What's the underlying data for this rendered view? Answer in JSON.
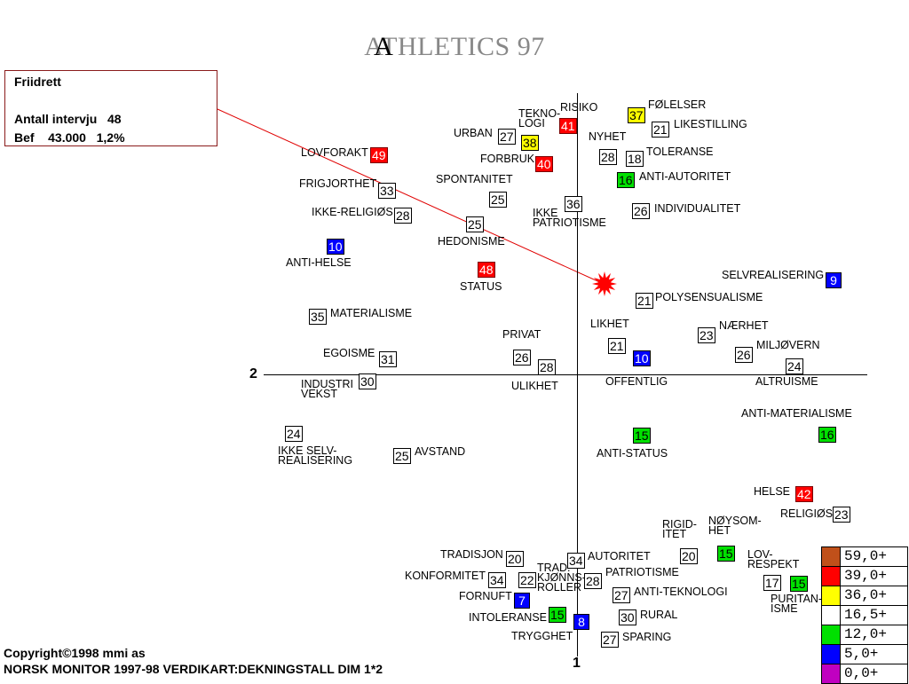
{
  "title": "ATHLETICS 97",
  "title_overlay": "A",
  "info_box": {
    "line1": "Friidrett",
    "line2": "Antall intervju   48",
    "line3": "Bef    43.000   1,2%"
  },
  "axes": {
    "horizontal_label": "2",
    "vertical_label": "1"
  },
  "colors": {
    "red": "#ff0000",
    "yellow": "#ffff00",
    "green": "#00e000",
    "blue": "#0000ff",
    "white": "#ffffff",
    "brown": "#c0501a",
    "purple": "#c000c0",
    "marker": "#ff0000",
    "pointer_line": "#e00000"
  },
  "marker_icon": "star-burst-icon",
  "items": [
    {
      "value": "41",
      "color": "red",
      "label": "TEKNO-\nLOGI"
    },
    {
      "value": "37",
      "color": "yellow",
      "label": "FØLELSER"
    },
    {
      "value": "",
      "color": "none",
      "label": "RISIKO"
    },
    {
      "value": "27",
      "color": "white",
      "label": "URBAN"
    },
    {
      "value": "38",
      "color": "yellow",
      "label": ""
    },
    {
      "value": "21",
      "color": "white",
      "label": "LIKESTILLING"
    },
    {
      "value": "",
      "color": "none",
      "label": "NYHET"
    },
    {
      "value": "49",
      "color": "red",
      "label": "LOVFORAKT"
    },
    {
      "value": "40",
      "color": "red",
      "label": "FORBRUK"
    },
    {
      "value": "28",
      "color": "white",
      "label": ""
    },
    {
      "value": "18",
      "color": "white",
      "label": "TOLERANSE"
    },
    {
      "value": "16",
      "color": "green",
      "label": "ANTI-AUTORITET"
    },
    {
      "value": "33",
      "color": "white",
      "label": "FRIGJORTHET"
    },
    {
      "value": "",
      "color": "none",
      "label": "SPONTANITET"
    },
    {
      "value": "25",
      "color": "white",
      "label": ""
    },
    {
      "value": "36",
      "color": "white",
      "label": "IKKE\nPATRIOTISME"
    },
    {
      "value": "26",
      "color": "white",
      "label": "INDIVIDUALITET"
    },
    {
      "value": "28",
      "color": "white",
      "label": "IKKE-RELIGIØS"
    },
    {
      "value": "25",
      "color": "white",
      "label": "HEDONISME"
    },
    {
      "value": "10",
      "color": "blue",
      "label": "ANTI-HELSE"
    },
    {
      "value": "48",
      "color": "red",
      "label": "STATUS"
    },
    {
      "value": "9",
      "color": "blue",
      "label": "SELVREALISERING"
    },
    {
      "value": "21",
      "color": "white",
      "label": "POLYSENSUALISME"
    },
    {
      "value": "35",
      "color": "white",
      "label": "MATERIALISME"
    },
    {
      "value": "",
      "color": "none",
      "label": "LIKHET"
    },
    {
      "value": "23",
      "color": "white",
      "label": "NÆRHET"
    },
    {
      "value": "",
      "color": "none",
      "label": "PRIVAT"
    },
    {
      "value": "21",
      "color": "white",
      "label": ""
    },
    {
      "value": "26",
      "color": "white",
      "label": "MILJØVERN"
    },
    {
      "value": "31",
      "color": "white",
      "label": "EGOISME"
    },
    {
      "value": "26",
      "color": "white",
      "label": ""
    },
    {
      "value": "28",
      "color": "white",
      "label": "ULIKHET"
    },
    {
      "value": "10",
      "color": "blue",
      "label": "OFFENTLIG"
    },
    {
      "value": "24",
      "color": "white",
      "label": "ALTRUISME"
    },
    {
      "value": "30",
      "color": "white",
      "label": "INDUSTRI\nVEKST"
    },
    {
      "value": "",
      "color": "none",
      "label": "ANTI-MATERIALISME"
    },
    {
      "value": "24",
      "color": "white",
      "label": "IKKE SELV-\nREALISERING"
    },
    {
      "value": "15",
      "color": "green",
      "label": "ANTI-STATUS"
    },
    {
      "value": "16",
      "color": "green",
      "label": ""
    },
    {
      "value": "25",
      "color": "white",
      "label": "AVSTAND"
    },
    {
      "value": "42",
      "color": "red",
      "label": "HELSE"
    },
    {
      "value": "23",
      "color": "white",
      "label": "RELIGIØS"
    },
    {
      "value": "",
      "color": "none",
      "label": "RIGID-\nITET"
    },
    {
      "value": "",
      "color": "none",
      "label": "NØYSOM-\nHET"
    },
    {
      "value": "20",
      "color": "white",
      "label": "TRADISJON"
    },
    {
      "value": "34",
      "color": "white",
      "label": "AUTORITET"
    },
    {
      "value": "20",
      "color": "white",
      "label": ""
    },
    {
      "value": "15",
      "color": "green",
      "label": "LOV-\nRESPEKT"
    },
    {
      "value": "34",
      "color": "white",
      "label": "KONFORMITET"
    },
    {
      "value": "22",
      "color": "white",
      "label": "TRAD.\nKJØNNS-\nROLLER"
    },
    {
      "value": "28",
      "color": "white",
      "label": "PATRIOTISME"
    },
    {
      "value": "17",
      "color": "white",
      "label": ""
    },
    {
      "value": "15",
      "color": "green",
      "label": "PURITAN-\nISME"
    },
    {
      "value": "7",
      "color": "blue",
      "label": "FORNUFT"
    },
    {
      "value": "27",
      "color": "white",
      "label": "ANTI-TEKNOLOGI"
    },
    {
      "value": "15",
      "color": "green",
      "label": "INTOLERANSE"
    },
    {
      "value": "30",
      "color": "white",
      "label": "RURAL"
    },
    {
      "value": "8",
      "color": "blue",
      "label": "TRYGGHET"
    },
    {
      "value": "27",
      "color": "white",
      "label": "SPARING"
    }
  ],
  "legend": [
    {
      "color": "#c0501a",
      "label": "59,0+"
    },
    {
      "color": "#ff0000",
      "label": "39,0+"
    },
    {
      "color": "#ffff00",
      "label": "36,0+"
    },
    {
      "color": "#ffffff",
      "label": "16,5+"
    },
    {
      "color": "#00e000",
      "label": "12,0+"
    },
    {
      "color": "#0000ff",
      "label": " 5,0+"
    },
    {
      "color": "#c000c0",
      "label": " 0,0+"
    }
  ],
  "footer": {
    "line1": "Copyright©1998 mmi as",
    "line2": "NORSK MONITOR 1997-98 VERDIKART:DEKNINGSTALL DIM 1*2"
  }
}
